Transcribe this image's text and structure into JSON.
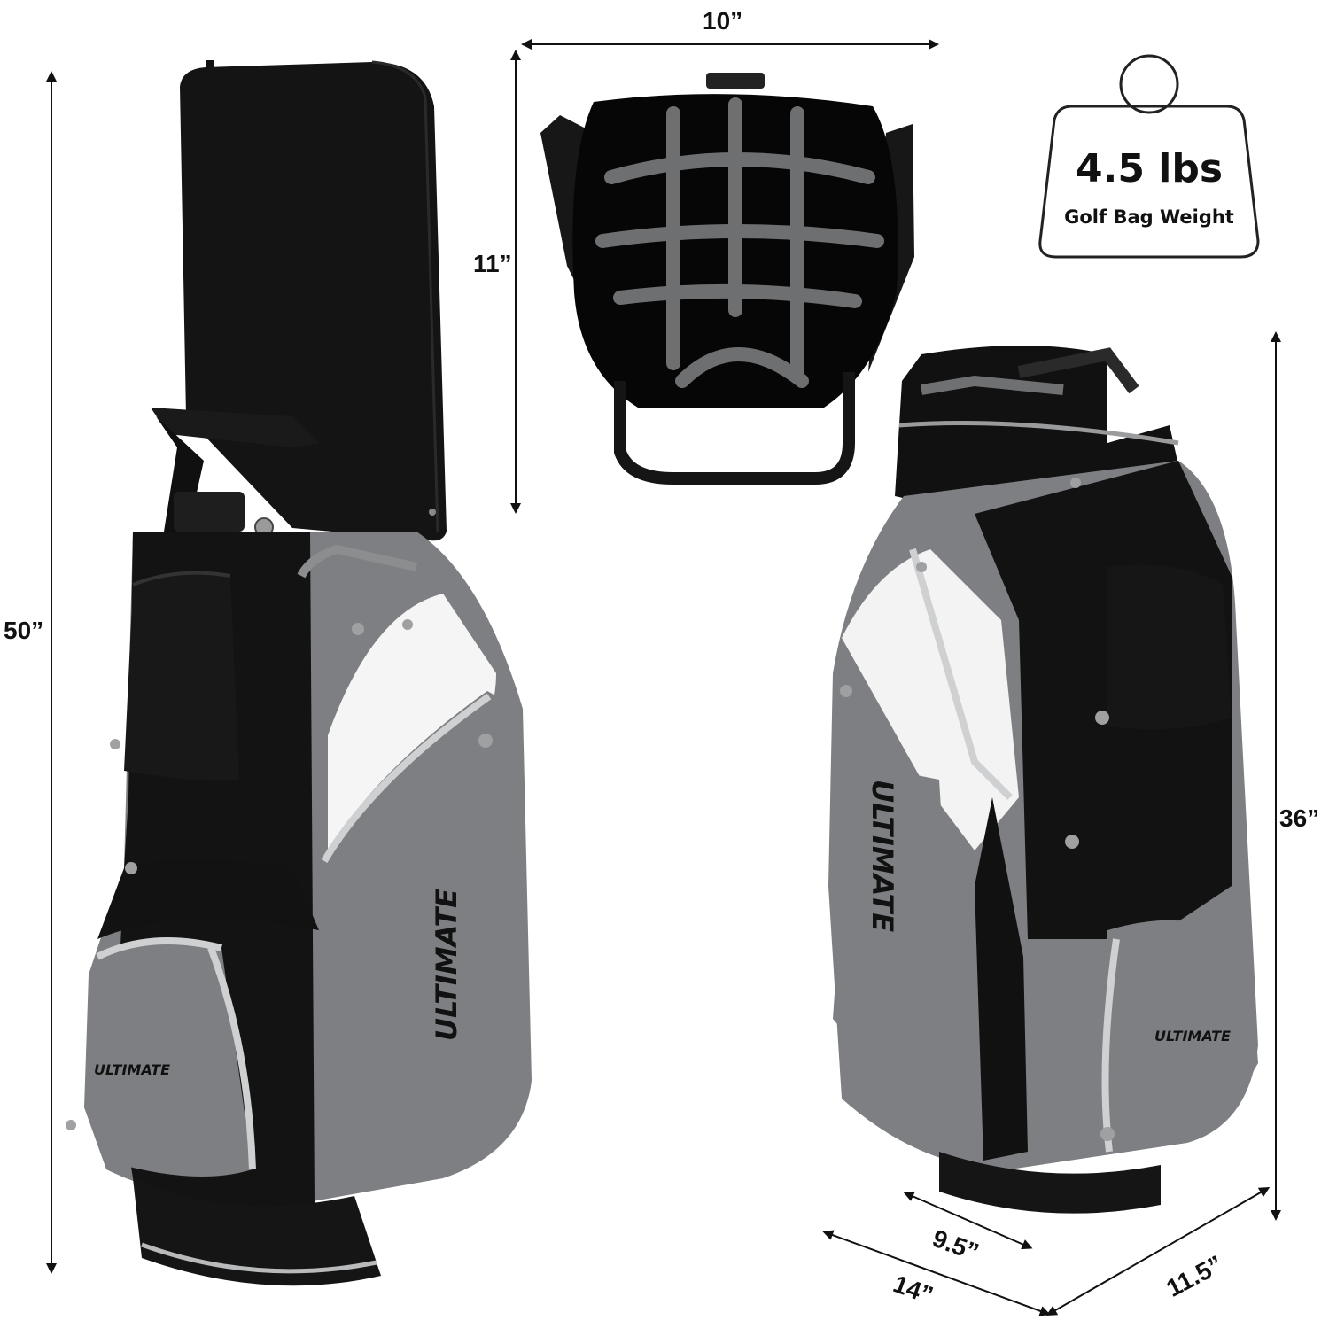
{
  "product": {
    "brand_text": "ULTIMATE",
    "colors": {
      "black": "#111111",
      "gray": "#7d7f82",
      "light_gray": "#cfd0d2",
      "white": "#f5f5f5",
      "trim": "#b9babc"
    }
  },
  "weight_badge": {
    "icon": "weight-icon",
    "value": "4.5 lbs",
    "caption": "Golf Bag Weight"
  },
  "dimensions": {
    "top_width": "10”",
    "top_depth": "11”",
    "full_height": "50”",
    "body_height": "36”",
    "base_depth": "9.5”",
    "base_length": "14”",
    "base_width": "11.5”"
  }
}
